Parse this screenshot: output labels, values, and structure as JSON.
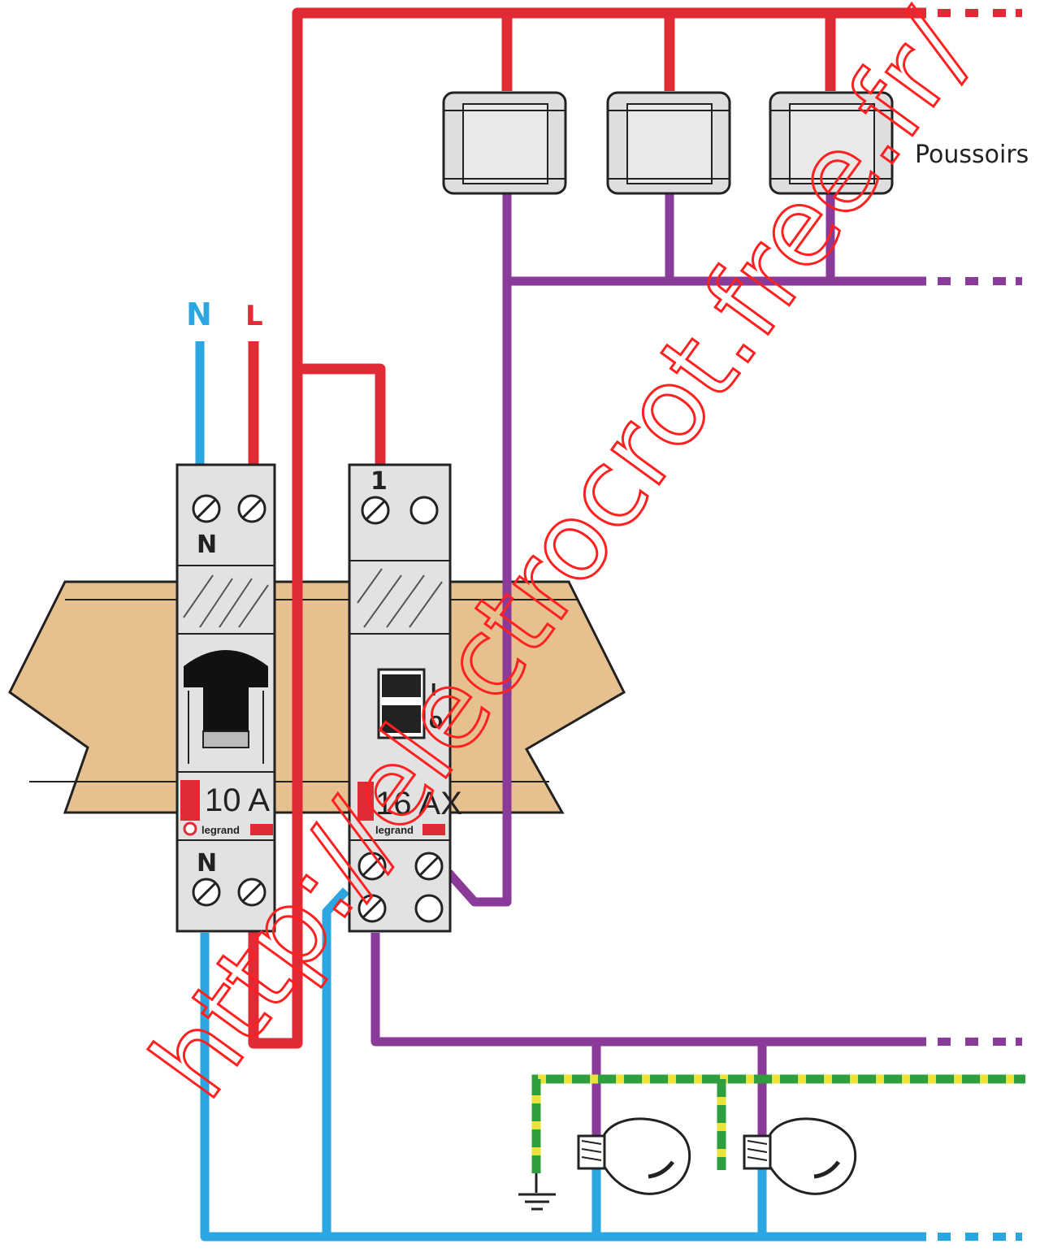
{
  "labels": {
    "neutral": "N",
    "line": "L",
    "pushbuttons": "Poussoirs",
    "breaker_top_neutral": "N",
    "breaker_bottom_neutral": "N",
    "breaker_rating": "10 A",
    "breaker_brand": "legrand",
    "telerupteur_terminal_top": "1",
    "telerupteur_rating": "16 AX",
    "telerupteur_brand": "legrand",
    "switch_on": "I",
    "switch_off": "O"
  },
  "watermark": "http://electrocrot.free.fr/",
  "colors": {
    "phase": "#e02a36",
    "neutral": "#2ba6e0",
    "control": "#8a3a98",
    "earth_green": "#2e9e3e",
    "earth_yellow": "#e8e23a",
    "rail": "#e6c08e",
    "module": "#e2e2e2",
    "watermark": "#ff2020"
  },
  "icons": [
    "circuit-breaker-icon",
    "telerupteur-icon",
    "pushbutton-icon",
    "lamp-icon",
    "earth-icon",
    "din-rail-icon"
  ]
}
